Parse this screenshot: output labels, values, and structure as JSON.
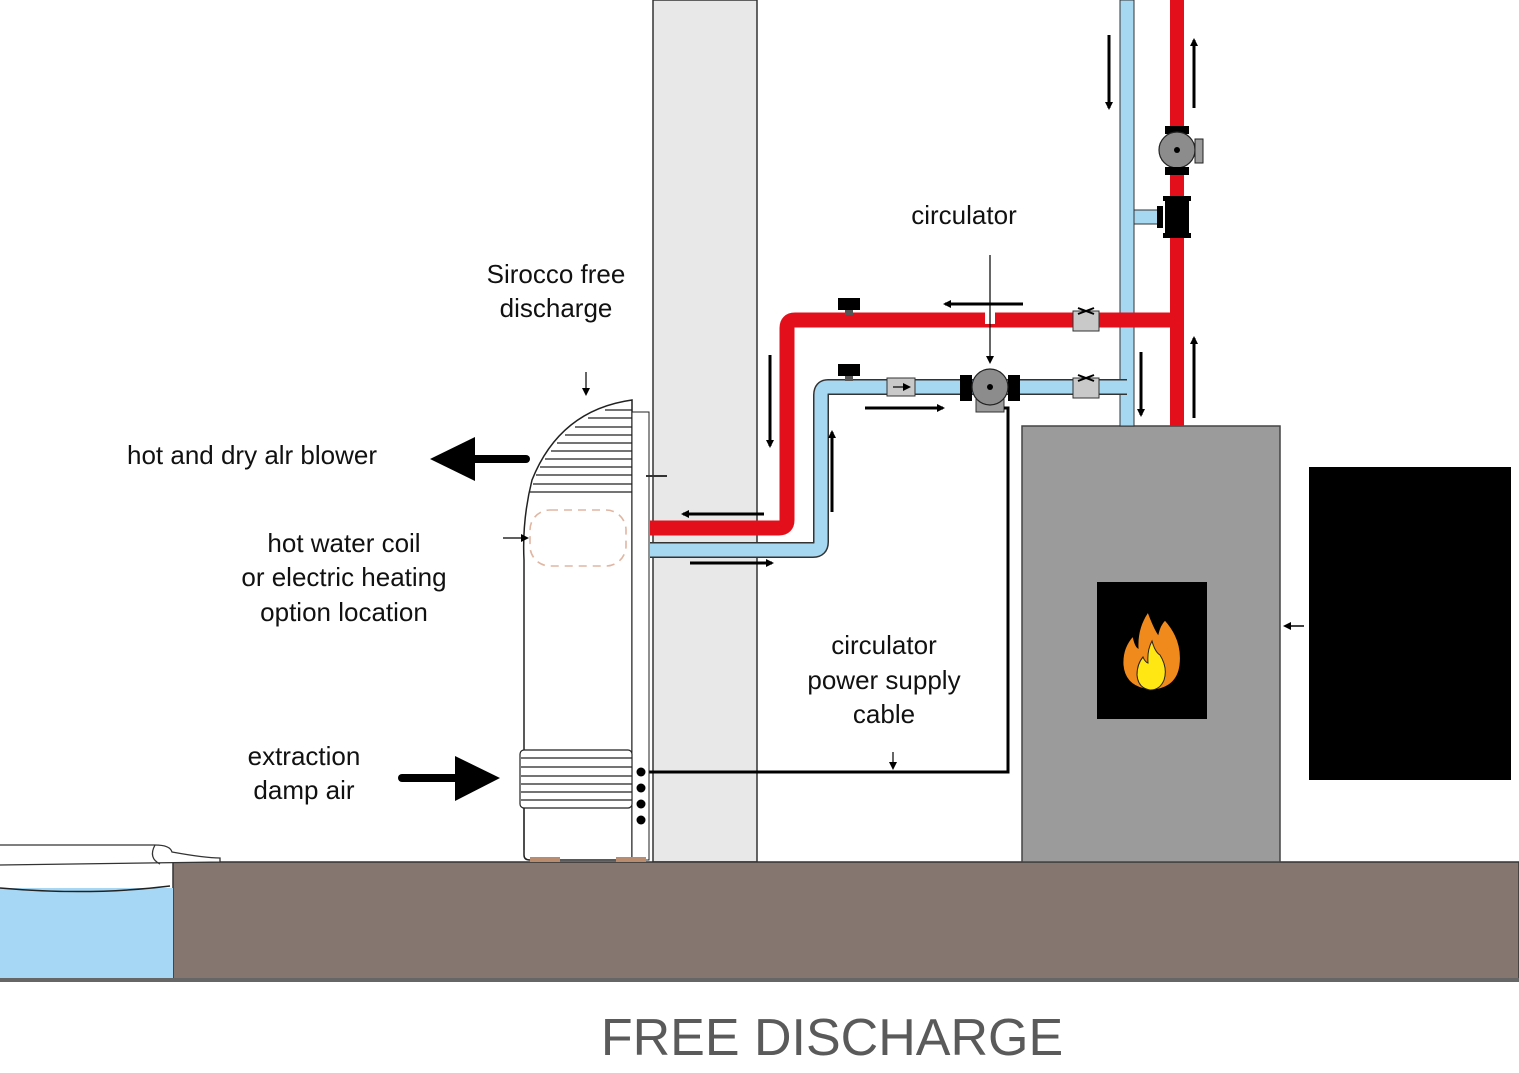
{
  "diagram": {
    "title": "FREE DISCHARGE",
    "labels": {
      "circulator_top": "circulator",
      "sirocco_line1": "Sirocco free",
      "sirocco_line2": "discharge",
      "blower": "hot and dry alr blower",
      "coil_line1": "hot water coil",
      "coil_line2": "or electric heating",
      "coil_line3": "option location",
      "cable_line1": "circulator",
      "cable_line2": "power supply",
      "cable_line3": "cable",
      "extraction_line1": "extraction",
      "extraction_line2": "damp air"
    },
    "components": [
      {
        "id": "sirocco-unit",
        "name": "Sirocco dehumidifier unit"
      },
      {
        "id": "wall",
        "name": "Wall"
      },
      {
        "id": "hot-supply-pipe",
        "name": "Hot water supply pipe"
      },
      {
        "id": "cold-return-pipe",
        "name": "Cold water return pipe"
      },
      {
        "id": "circulator-pump",
        "name": "Circulator"
      },
      {
        "id": "boiler",
        "name": "Boiler / stove"
      },
      {
        "id": "pool",
        "name": "Swimming pool"
      },
      {
        "id": "floor",
        "name": "Floor slab"
      }
    ],
    "colors": {
      "hot_pipe": "#e3101b",
      "cold_pipe": "#a7d8f2",
      "wall": "#e8e8e8",
      "floor": "#857670",
      "boiler": "#9b9b9b",
      "pool_water": "#a6d8f5",
      "flame_outer": "#f08a1c",
      "flame_inner": "#ffe714",
      "title": "#5a5a5a"
    }
  }
}
